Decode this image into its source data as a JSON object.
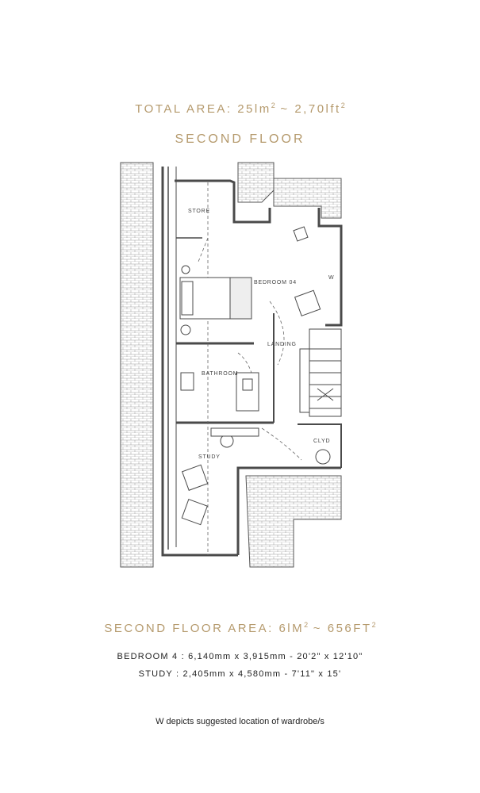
{
  "total_area": {
    "label": "TOTAL AREA:",
    "value": "25lm",
    "sup1": "2",
    "sep": "~",
    "value2": "2,70lft",
    "sup2": "2"
  },
  "floor_title": "SECOND FLOOR",
  "floor_area": {
    "label": "SECOND FLOOR AREA:",
    "value": "6lM",
    "sup1": "2",
    "sep": "~",
    "value2": "656FT",
    "sup2": "2"
  },
  "rooms": {
    "store": "STORE",
    "bedroom": "BEDROOM 04",
    "wardrobe": "W",
    "landing": "LANDING",
    "bathroom": "BATHROOM",
    "study": "STUDY",
    "clyd": "CLYD"
  },
  "specs": [
    "BEDROOM 4 : 6,140mm x 3,915mm - 20'2\" x 12'10\"",
    "STUDY : 2,405mm x 4,580mm - 7'11\" x 15'"
  ],
  "note": "W depicts suggested location of wardrobe/s",
  "colors": {
    "accent": "#b59a6d",
    "wall": "#4a4a4a",
    "text": "#222222"
  }
}
